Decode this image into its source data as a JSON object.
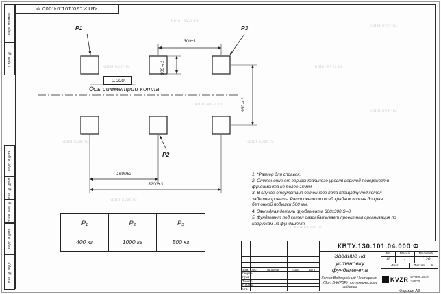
{
  "stamp_top": "КВТУ.130.101.04.000 Ф",
  "side_labels": [
    "Перв. примен.",
    "Справ. №",
    "Подп. и дата",
    "Инв. № дубл.",
    "Взам. инв. №",
    "Подп. и дата",
    "Инв. № подл."
  ],
  "watermark": {
    "text": "kotel-kvzr.ru"
  },
  "drawing": {
    "pad_labels": {
      "p1": "Р1",
      "p2": "Р2",
      "p3": "Р3"
    },
    "level_mark": "0.000",
    "axis_label": "Ось симметрии котла",
    "dimensions": {
      "top": "300±1",
      "pad_height": "300±1",
      "row_spacing": "960±3",
      "col_spacing": "1600±2",
      "overall": "3200±3"
    }
  },
  "notes": [
    "1. *Размер для справок.",
    "2. Отклонение от горизонтального уровня верхней поверхности фундамента не более 10 мм.",
    "3. В случае отсутствия бетонного пола площадку под котел забетонировать. Расстояние от осей крайних колонн до края бетонной подушки 500 мм.",
    "4. Закладная деталь фундамента 300х300 S=8.",
    "5. Фундамент под котел разрабатывает проектная организация по нагрузкам на фундамент."
  ],
  "load_table": {
    "headers": [
      "Р₁",
      "Р₂",
      "Р₃"
    ],
    "values": [
      "400 кг",
      "1000 кг",
      "500 кг"
    ]
  },
  "title_block": {
    "doc_number": "КВТУ.130.101.04.000 Ф",
    "title": "Задание на установку фундамента",
    "subtitle": "Котел Водогрейный Неотерент-КВр-1,5-К(РВР) по техническому заданию",
    "columns": {
      "izm": "Изм.",
      "list": "Лист",
      "doc": "№ докум.",
      "podp": "Подп.",
      "data": "Дата"
    },
    "roles": [
      "Разраб.",
      "Пров.",
      "Т.контр.",
      "Н.контр.",
      "Утв."
    ],
    "lit_label": "Лит.",
    "mass_label": "Масса",
    "scale_label": "Масштаб",
    "lit_value": "И",
    "mass_value": "-",
    "scale_value": "1:20",
    "sheet_label": "Лист",
    "sheets_label": "Листов",
    "sheets_value": "1",
    "logo_text": "KVZR",
    "company": "КОТЕЛЬНЫЙ ЗАВОД"
  },
  "format_label": "Формат А3"
}
